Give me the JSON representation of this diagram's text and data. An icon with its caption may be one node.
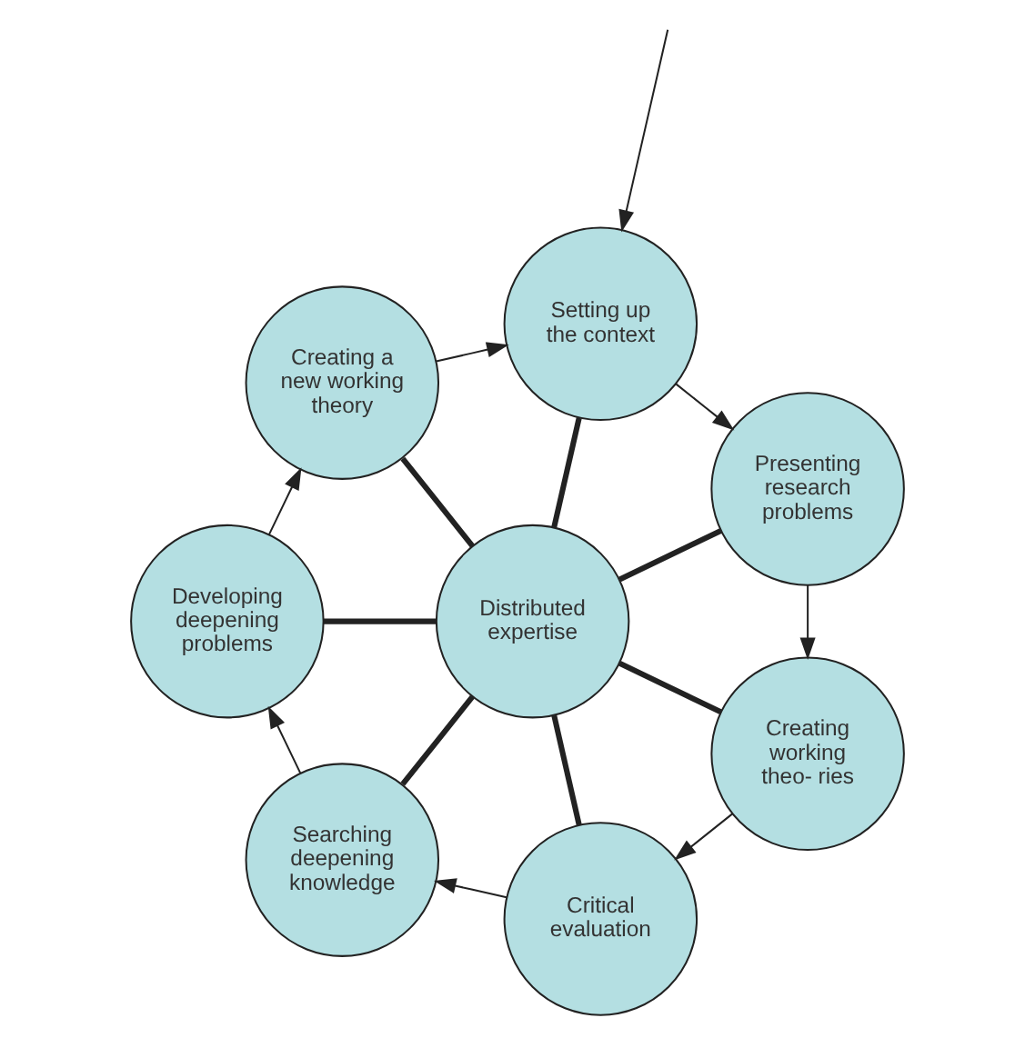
{
  "diagram": {
    "nodes": [
      {
        "text": [
          "Distributed expertise"
        ]
      },
      {
        "text": [
          "Creating working theo- ries"
        ]
      },
      {
        "text": [
          "Critical evaluation"
        ]
      },
      {
        "text": [
          "Searching deepening knowledge"
        ]
      },
      {
        "text": [
          "Developing deepening problems"
        ]
      },
      {
        "text": [
          "Creating a new working theory"
        ]
      },
      {
        "text": [
          "Setting up the context"
        ]
      },
      {
        "text": [
          "Presenting research problems"
        ]
      }
    ],
    "edges": [
      {
        "from": 0,
        "to": 1,
        "arrow": "none",
        "style": "thick"
      },
      {
        "from": 0,
        "to": 2,
        "arrow": "none",
        "style": "thick"
      },
      {
        "from": 0,
        "to": 3,
        "arrow": "none",
        "style": "thick"
      },
      {
        "from": 0,
        "to": 4,
        "arrow": "none",
        "style": "thick"
      },
      {
        "from": 0,
        "to": 5,
        "arrow": "none",
        "style": "thick"
      },
      {
        "from": 0,
        "to": 6,
        "arrow": "none",
        "style": "thick"
      },
      {
        "from": 0,
        "to": 7,
        "arrow": "none",
        "style": "thick"
      },
      {
        "from": 7,
        "to": 1,
        "arrow": "to"
      },
      {
        "from": 1,
        "to": 2,
        "arrow": "to"
      },
      {
        "from": 2,
        "to": 3,
        "arrow": "to"
      },
      {
        "from": 3,
        "to": 4,
        "arrow": "to"
      },
      {
        "from": 4,
        "to": 5,
        "arrow": "to"
      },
      {
        "from": 5,
        "to": 6,
        "arrow": "to"
      },
      {
        "from": 6,
        "to": 7,
        "arrow": "to"
      },
      {
        "from": null,
        "to": 6,
        "arrow": "to"
      }
    ]
  }
}
